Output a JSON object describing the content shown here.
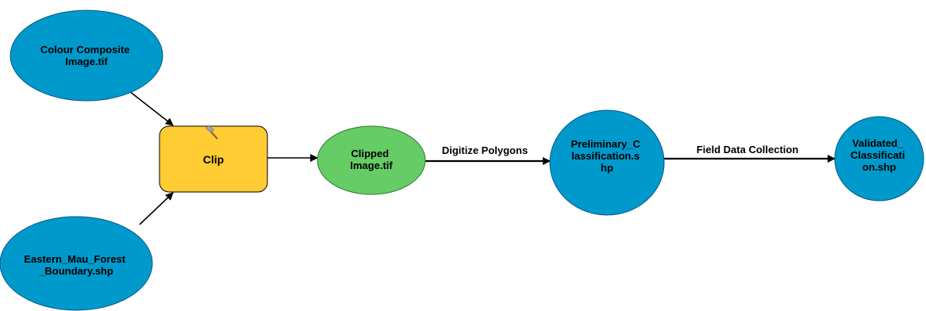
{
  "colors": {
    "data_node": "#0099CC",
    "data_node_stroke": "#00588a",
    "tool_node": "#FFCC33",
    "tool_node_stroke": "#000000",
    "derived_node": "#66CC66",
    "derived_node_stroke": "#2f7a2f",
    "connector": "#000000"
  },
  "nodes": {
    "colour_composite": {
      "lines": [
        "Colour Composite",
        "Image.tif"
      ]
    },
    "eastern_mau": {
      "lines": [
        "Eastern_Mau_Forest",
        "_Boundary.shp"
      ]
    },
    "clip": {
      "label": "Clip",
      "icon": "hammer-icon"
    },
    "clipped_image": {
      "lines": [
        "Clipped",
        "Image.tif"
      ]
    },
    "preliminary": {
      "lines": [
        "Preliminary_C",
        "lassification.s",
        "hp"
      ]
    },
    "validated": {
      "lines": [
        "Validated_",
        "Classificati",
        "on.shp"
      ]
    }
  },
  "edges": {
    "digitize": {
      "label": "Digitize Polygons"
    },
    "field_data": {
      "label": "Field Data Collection"
    }
  }
}
